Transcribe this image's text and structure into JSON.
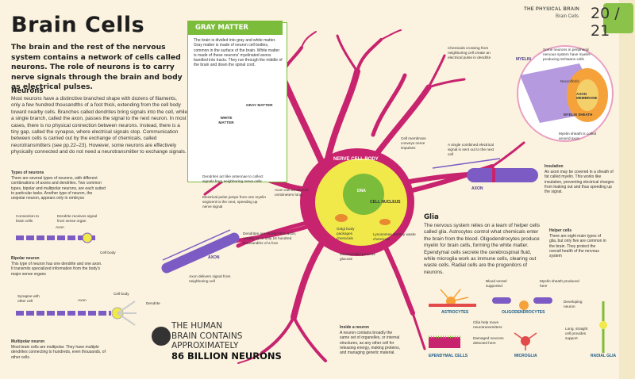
{
  "header": {
    "section": "THE PHYSICAL BRAIN",
    "subsection": "Brain Cells",
    "pages": "20 / 21"
  },
  "title": "Brain Cells",
  "intro": "The brain and the rest of the nervous system contains a network of cells called neurons. The role of neurons is to carry nerve signals through the brain and body as electrical pulses.",
  "neurons": {
    "heading": "Neurons",
    "text": "Most neurons have a distinctive branched shape with dozens of filaments, only a few hundred thousandths of a foot thick, extending from the cell body toward nearby cells. Branches called dendrites bring signals into the cell, while a single branch, called the axon, passes the signal to the next neuron. In most cases, there is no physical connection between neurons. Instead, there is a tiny gap, called the synapse, where electrical signals stop. Communication between cells is carried out by the exchange of chemicals, called neurotransmitters (see pp.22–23). However, some neurons are effectively physically connected and do not need a neurotransmitter to exchange signals."
  },
  "types": {
    "heading": "Types of neurons",
    "text": "There are several types of neurons, with different combinations of axons and dendrites. Two common types, bipolar and multipolar neurons, are each suited to particular tasks. Another type of neuron, the unipolar neuron, appears only in embryos",
    "bipolar_labels": [
      "Connection to brain cells",
      "Dendrite receives signal from sense organ",
      "Axon",
      "Cell body"
    ],
    "bipolar_heading": "Bipolar neuron",
    "bipolar_text": "This type of neuron has one dendrite and one axon. It transmits specialized information from the body's major sense organs",
    "multi_labels": [
      "Synapse with other cell",
      "Axon",
      "Cell body",
      "Dendrite"
    ],
    "multi_heading": "Multipolar neuron",
    "multi_text": "Most brain cells are multipolar. They have multiple dendrites connecting to hundreds, even thousands, of other cells."
  },
  "gray_matter": {
    "heading": "GRAY MATTER",
    "text": "The brain is divided into gray and white matter. Gray matter is made of neuron cell bodies, common in the surface of the brain. White matter is made of these neurons' myelinated axons bundled into tracts. They run through the middle of the brain and down the spinal cord.",
    "label_gray": "GRAY MATTER",
    "label_white": "WHITE MATTER"
  },
  "callouts": {
    "dendrites": "Dendrites act like antennae to collect signals from neighboring nerve cells",
    "pulse": "Electrical pulse jumps from one myelin segment to the next, speeding up nerve signal",
    "axon_long": "Axon can be several centimeters long",
    "dendrites_short": "Dendrites are shorter than axon, usually up to only 16 hundred thousandths of a foot",
    "axon_delivers": "Axon delivers signal from neighboring cell",
    "membrane": "Cell membrane conveys nerve impulses",
    "golgi": "Golgi body packages chemicals",
    "lysosomes": "Lysosomes destroy waste chemicals",
    "mito": "Mitochondria process glucose",
    "chemicals": "Chemicals crossing from neighboring cell create an electrical pulse in dendrite",
    "combined": "A single combined electrical signal is sent out to the next cell",
    "cell_body": "NERVE CELL BODY",
    "dna": "DNA",
    "nucleus": "CELL NUCLEUS",
    "axon": "AXON"
  },
  "myelin": {
    "label": "MYELIN",
    "peripheral": "Some neurons in peripheral nervous system have myelin-producing Schwann cells",
    "neurofibrils": "Neurofibrils",
    "axon_membrane": "AXON MEMBRANE",
    "sheath": "MYELIN SHEATH",
    "coiled": "Myelin sheath is coiled around axon"
  },
  "insulation": {
    "heading": "Insulation",
    "text": "An axon may be covered in a sheath of fat called myelin. This works like insulation, preventing electrical charges from leaking out and thus speeding up the signal."
  },
  "glia": {
    "heading": "Glia",
    "text": "The nervous system relies on a team of helper cells called glia. Astrocytes control what chemicals enter the brain from the blood. Oligodendrocytes produce myelin for brain cells, forming the white matter. Ependymal cells secrete the cerebrospinal fluid, while microglia work as immune cells, clearing out waste cells. Radial cells are the progenitors of neurons."
  },
  "helper": {
    "heading": "Helper cells",
    "text": "There are eight main types of glia, but only five are common in the brain. They protect the overall health of the nervous system"
  },
  "glia_labels": {
    "blood": "Blood vessel supported",
    "myelin_sheath": "Myelin sheath produced here",
    "developing": "Developing neuron",
    "longcell": "Long, straight cell provides support",
    "cilia": "Cilia help move neurotransmitters",
    "damaged": "Damaged neurons detected here",
    "astro": "ASTROCYTES",
    "oligo": "OLIGODENDROCYTES",
    "epend": "EPENDYMAL CELLS",
    "micro": "MICROGLIA",
    "radial": "RADIAL GLIA"
  },
  "inside": {
    "heading": "Inside a neuron",
    "text": "A neuron contains broadly the same set of organelles, or internal structures, as any other cell for releasing energy, making proteins, and managing genetic material."
  },
  "fact": {
    "line1": "THE HUMAN",
    "line2": "BRAIN CONTAINS",
    "line3": "APPROXIMATELY",
    "line4": "86 BILLION NEURONS"
  },
  "colors": {
    "neuron": "#c8236e",
    "cell_body": "#f1e94a",
    "axon": "#7d5bc4",
    "accent": "#7bbd3a",
    "myelin": "#f6a23a"
  }
}
